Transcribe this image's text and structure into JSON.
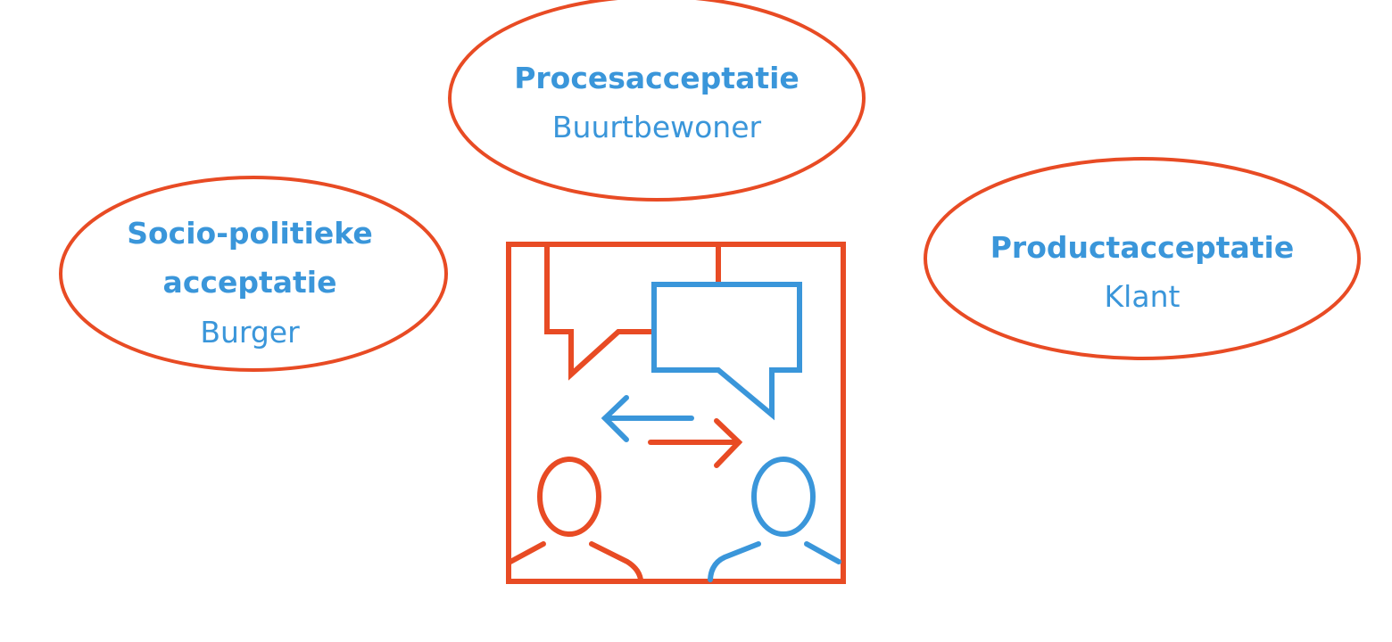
{
  "colors": {
    "red": "#E84B24",
    "blue": "#3A96DA"
  },
  "nodes": [
    {
      "id": "proces",
      "title": "Procesacceptatie",
      "subtitle": "Buurtbewoner"
    },
    {
      "id": "socio",
      "title_line1": "Socio-politieke",
      "title_line2": "acceptatie",
      "subtitle": "Burger"
    },
    {
      "id": "product",
      "title": "Productacceptatie",
      "subtitle": "Klant"
    }
  ],
  "center_icon": "dialogue-between-two-people-icon"
}
